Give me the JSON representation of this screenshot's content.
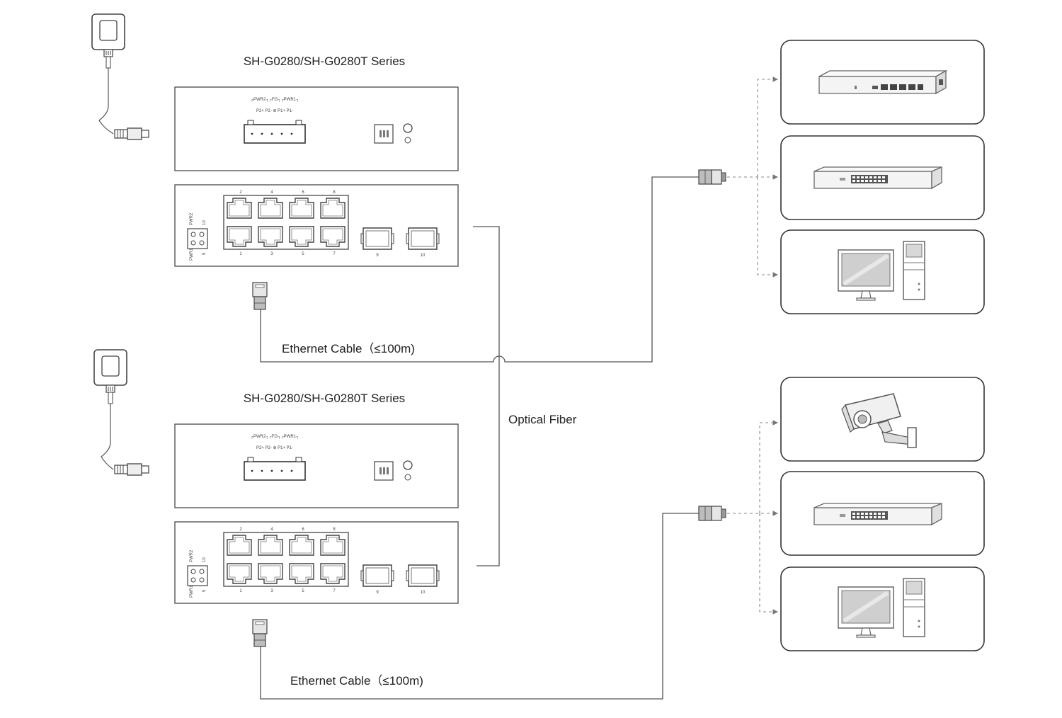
{
  "switch_series_title": "SH-G0280/SH-G0280T Series",
  "ethernet_cable_label": "Ethernet Cable（≤100m)",
  "optical_fiber_label": "Optical Fiber",
  "power_terminal_label_top": "┌PWR2┐┌FG┐┌PWR1┐",
  "power_terminal_label_bottom": "P2+ P2-  ⊕  P1+ P1-",
  "port_numbers_top": [
    "2",
    "4",
    "6",
    "8"
  ],
  "port_numbers_bottom": [
    "1",
    "3",
    "5",
    "7"
  ],
  "sfp_port_numbers": [
    "9",
    "10"
  ],
  "led_labels": [
    "PWR1",
    "PWR2",
    "9",
    "10"
  ],
  "devices_group_1": [
    "router-icon",
    "switch-icon",
    "computer-icon"
  ],
  "devices_group_2": [
    "camera-icon",
    "switch-icon",
    "computer-icon"
  ],
  "colors": {
    "line": "#555555",
    "outline": "#333333",
    "device_gray": "#9a9a9a"
  }
}
